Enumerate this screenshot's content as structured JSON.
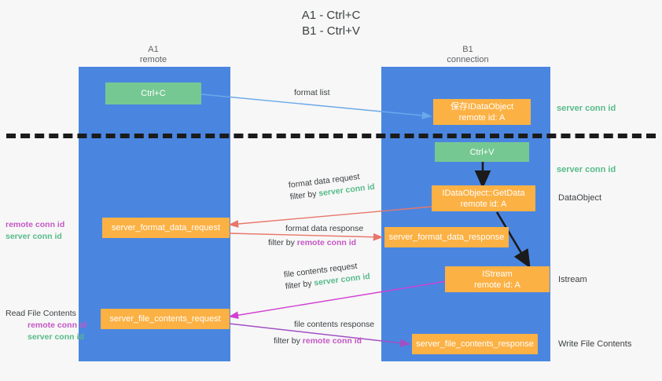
{
  "title": {
    "line1": "A1 - Ctrl+C",
    "line2": "B1 - Ctrl+V"
  },
  "lanes": [
    {
      "name": "A1",
      "sub": "remote"
    },
    {
      "name": "B1",
      "sub": "connection"
    }
  ],
  "boxes": {
    "ctrl_c": {
      "line1": "Ctrl+C",
      "line2": ""
    },
    "save_dataobj": {
      "line1": "保存IDataObject",
      "line2": "remote id: A"
    },
    "ctrl_v": {
      "line1": "Ctrl+V",
      "line2": ""
    },
    "getdata": {
      "line1": "IDataObject::GetData",
      "line2": "remote id: A"
    },
    "istream": {
      "line1": "IStream",
      "line2": "remote id: A"
    },
    "fmt_req": {
      "line1": "server_format_data_request",
      "line2": ""
    },
    "fmt_resp": {
      "line1": "server_format_data_response",
      "line2": ""
    },
    "file_req": {
      "line1": "server_file_contents_request",
      "line2": ""
    },
    "file_resp": {
      "line1": "server_file_contents_response",
      "line2": ""
    }
  },
  "edges": {
    "format_list": {
      "line1": "format list",
      "line2": ""
    },
    "fmt_data_request": {
      "line1": "format data request",
      "filter_prefix": "filter by ",
      "filter_token": "server conn id"
    },
    "fmt_data_response": {
      "line1": "format data response",
      "filter_prefix": "filter by ",
      "filter_token": "remote conn id"
    },
    "file_contents_request": {
      "line1": "file contents request",
      "filter_prefix": "filter by ",
      "filter_token": "server conn id"
    },
    "file_contents_response": {
      "line1": "file contents response",
      "filter_prefix": "filter by ",
      "filter_token": "remote conn id"
    }
  },
  "right_notes": {
    "server_conn_top": "server conn id",
    "server_conn_mid": "server conn id",
    "dataobject": "DataObject",
    "istream": "Istream",
    "write_file": "Write File Contents"
  },
  "left_notes": {
    "mid_remote": "remote conn id",
    "mid_server": "server conn id",
    "read_file": "Read File Contents",
    "low_remote": "remote conn id",
    "low_server": "server conn id"
  },
  "colors": {
    "lane": "#4a86e0",
    "green_box": "#76c893",
    "orange_box": "#fbb144",
    "server_token": "#57bb8a",
    "remote_token": "#c457c4",
    "blue_arrow": "#6aa9e9",
    "red_arrow": "#e8766b",
    "magenta_arrow": "#d13fd1",
    "purple_arrow": "#a24fc4",
    "black_arrow": "#1b1b1b",
    "background": "#f7f7f7"
  }
}
